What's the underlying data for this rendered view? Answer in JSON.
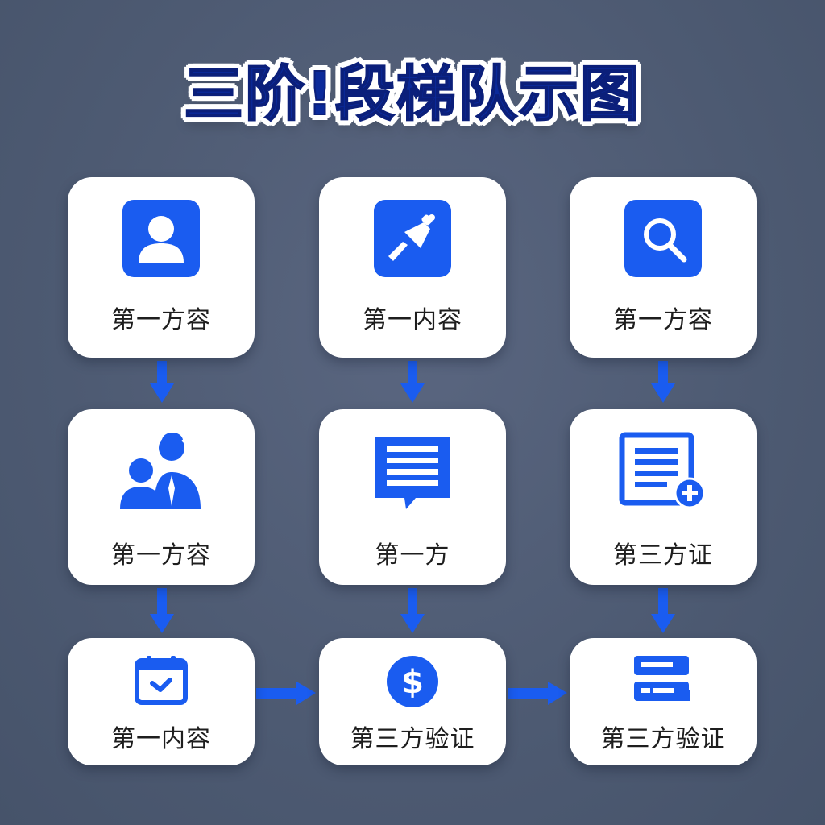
{
  "title": "三阶!段梯队示图",
  "colors": {
    "background": "#4f5b73",
    "accent": "#1a5cf0",
    "card": "#ffffff",
    "title_fill": "#0b2a9a"
  },
  "nodes": [
    {
      "id": "r1c1",
      "label": "第一方容",
      "icon": "user-icon"
    },
    {
      "id": "r1c2",
      "label": "第一内容",
      "icon": "plug-icon"
    },
    {
      "id": "r1c3",
      "label": "第一方容",
      "icon": "search-icon"
    },
    {
      "id": "r2c1",
      "label": "第一方容",
      "icon": "people-icon"
    },
    {
      "id": "r2c2",
      "label": "第一方",
      "icon": "chat-document-icon"
    },
    {
      "id": "r2c3",
      "label": "第三方证",
      "icon": "document-add-icon"
    },
    {
      "id": "r3c1",
      "label": "第一内容",
      "icon": "calendar-check-icon"
    },
    {
      "id": "r3c2",
      "label": "第三方验证",
      "icon": "dollar-icon"
    },
    {
      "id": "r3c3",
      "label": "第三方验证",
      "icon": "server-icon"
    }
  ],
  "edges": [
    {
      "from": "r1c1",
      "to": "r2c1",
      "direction": "down"
    },
    {
      "from": "r1c2",
      "to": "r2c2",
      "direction": "down"
    },
    {
      "from": "r1c3",
      "to": "r2c3",
      "direction": "down"
    },
    {
      "from": "r2c1",
      "to": "r3c1",
      "direction": "down"
    },
    {
      "from": "r2c2",
      "to": "r3c2",
      "direction": "down"
    },
    {
      "from": "r2c3",
      "to": "r3c3",
      "direction": "down"
    },
    {
      "from": "r3c1",
      "to": "r3c2",
      "direction": "right"
    },
    {
      "from": "r3c2",
      "to": "r3c3",
      "direction": "right"
    }
  ]
}
